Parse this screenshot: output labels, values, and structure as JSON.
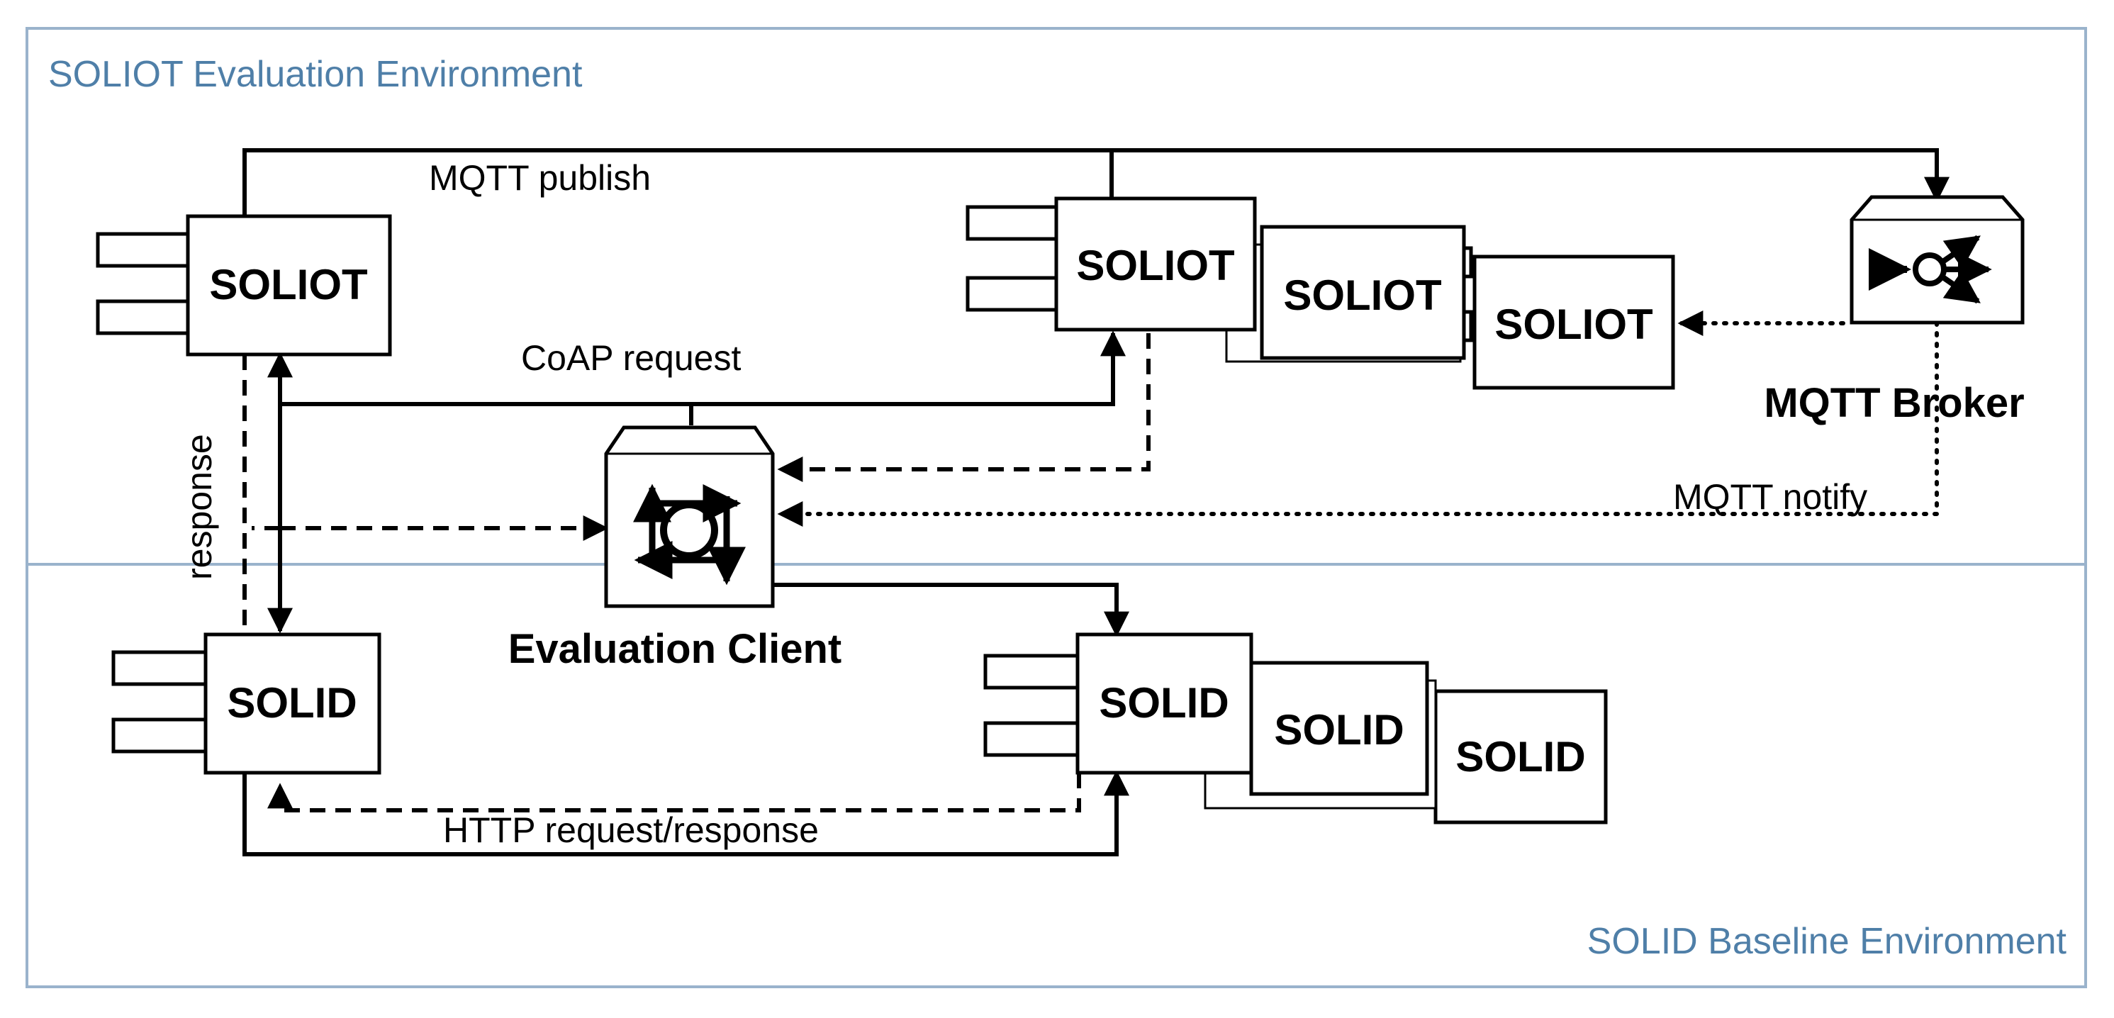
{
  "environments": {
    "evaluation_title": "SOLIOT Evaluation Environment",
    "baseline_title": "SOLID Baseline Environment"
  },
  "components": {
    "soliot_main": "SOLIOT",
    "soliot_stack": [
      "SOLIOT",
      "SOLIOT",
      "SOLIOT"
    ],
    "solid_main": "SOLID",
    "solid_stack": [
      "SOLID",
      "SOLID",
      "SOLID"
    ]
  },
  "nodes": {
    "broker_caption": "MQTT Broker",
    "client_caption": "Evaluation Client"
  },
  "edges": {
    "mqtt_publish": "MQTT publish",
    "coap_request": "CoAP request",
    "response": "response",
    "mqtt_notify": "MQTT notify",
    "http": "HTTP request/response"
  },
  "icons": {
    "broker": "router-icon",
    "client": "client-icon"
  }
}
